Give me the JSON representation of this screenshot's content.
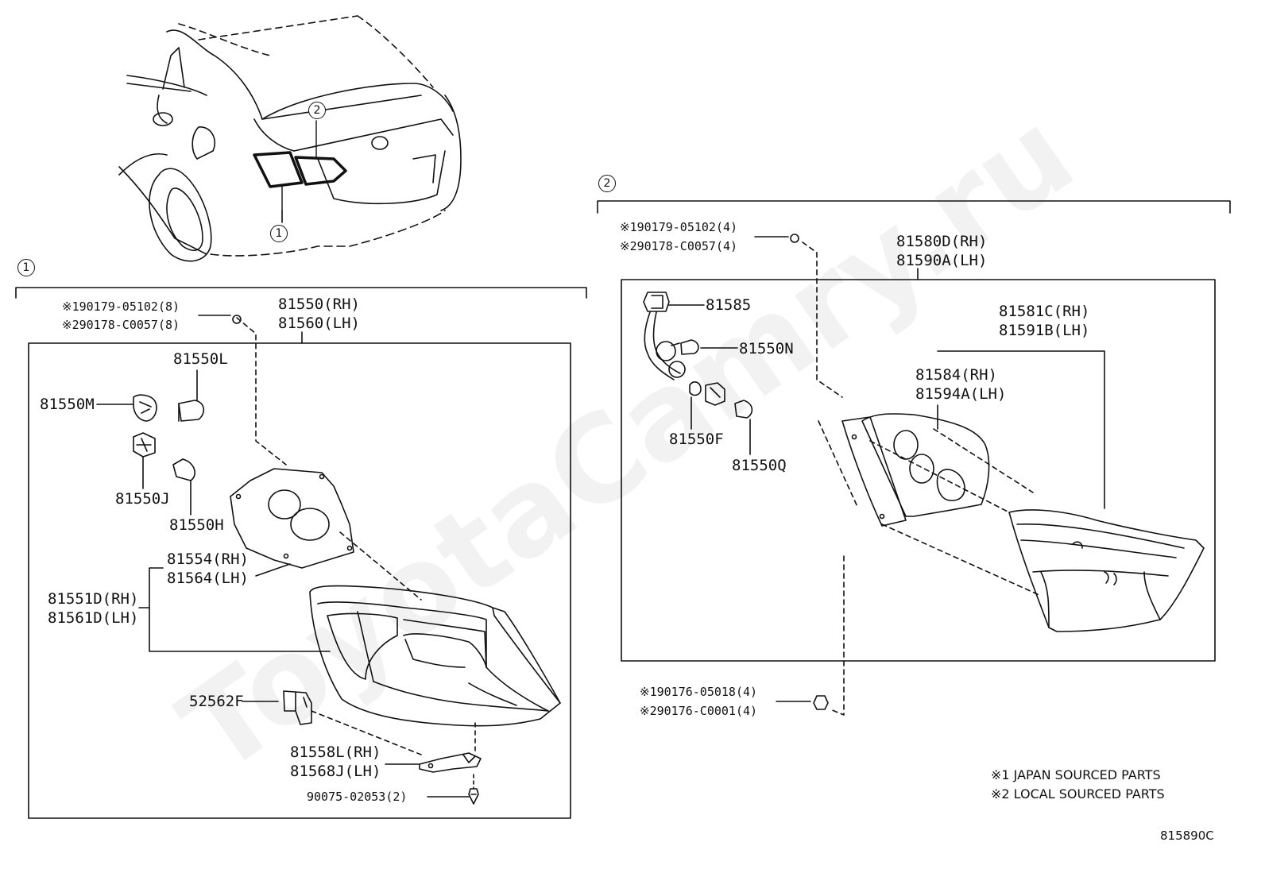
{
  "watermark": "ToyotaCamry.ru",
  "callouts": {
    "c1": "1",
    "c2": "2"
  },
  "group1": {
    "clip_jp": "※190179-05102(8)",
    "clip_local": "※290178-C0057(8)",
    "assy_rh": "81550(RH)",
    "assy_lh": "81560(LH)",
    "bulb_l": "81550L",
    "socket_m": "81550M",
    "socket_j": "81550J",
    "bulb_h": "81550H",
    "gasket_rh": "81554(RH)",
    "gasket_lh": "81564(LH)",
    "lens_rh": "81551D(RH)",
    "lens_lh": "81561D(LH)",
    "retainer": "52562F",
    "bracket_rh": "81558L(RH)",
    "bracket_lh": "81568J(LH)",
    "screw": "90075-02053(2)"
  },
  "group2": {
    "clip_jp": "※190179-05102(4)",
    "clip_local": "※290178-C0057(4)",
    "assy_rh": "81580D(RH)",
    "assy_lh": "81590A(LH)",
    "socket_wire": "81585",
    "bulb_n": "81550N",
    "socket_f": "81550F",
    "bulb_q": "81550Q",
    "lens_rh": "81581C(RH)",
    "lens_lh": "81591B(LH)",
    "gasket_rh": "81584(RH)",
    "gasket_lh": "81594A(LH)",
    "nut_jp": "※190176-05018(4)",
    "nut_local": "※290176-C0001(4)"
  },
  "notes": {
    "note1": "※1 JAPAN SOURCED PARTS",
    "note2": "※2 LOCAL SOURCED PARTS"
  },
  "diagram_code": "815890C"
}
